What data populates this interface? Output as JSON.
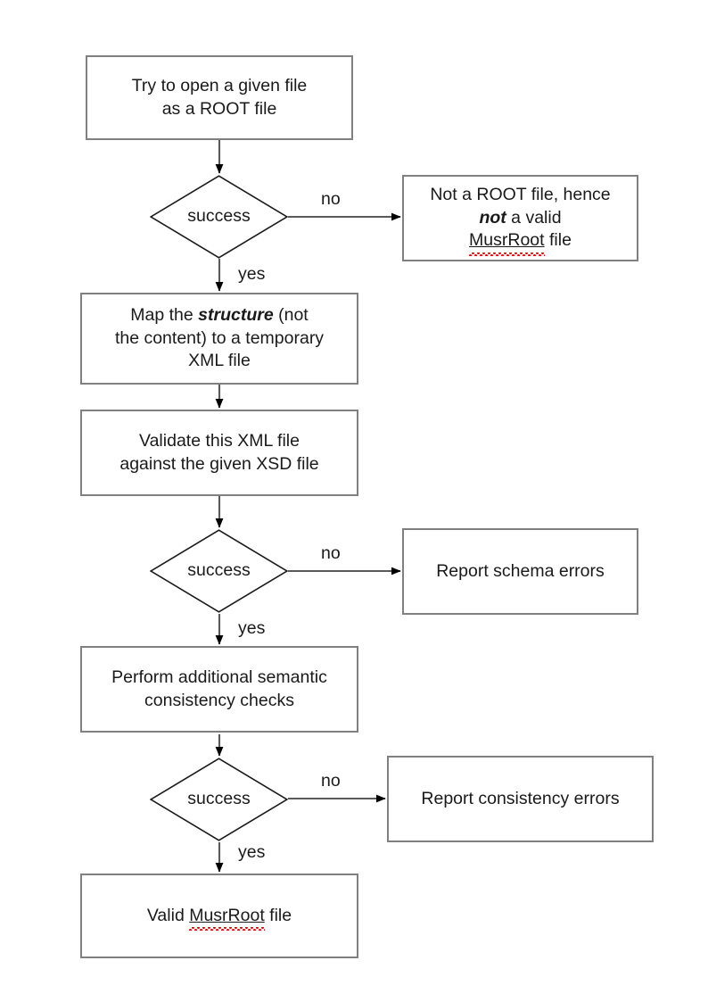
{
  "diagram": {
    "title": "MusrRoot file validation flowchart",
    "type": "flowchart",
    "colors": {
      "box_border": "#808080",
      "diamond_border": "#1a1a1a",
      "connector": "#5a5a5a",
      "text": "#1a1a1a",
      "spellcheck_underline": "#ee0000",
      "background": "#ffffff"
    },
    "nodes": {
      "open_file": {
        "shape": "process",
        "line1": "Try to open a given file",
        "line2": "as a ROOT file"
      },
      "success_1": {
        "shape": "decision",
        "label": "success"
      },
      "not_root": {
        "shape": "process",
        "line1": "Not a ROOT file, hence",
        "line2_emphasis": "not",
        "line2_rest": " a valid",
        "line3_spell": "MusrRoot",
        "line3_rest": " file"
      },
      "map_structure": {
        "shape": "process",
        "line1_pre": "Map the ",
        "line1_emphasis": "structure",
        "line1_post": " (not",
        "line2": "the content) to a temporary",
        "line3": "XML file"
      },
      "validate_xml": {
        "shape": "process",
        "line1": "Validate this XML file",
        "line2": "against the given XSD file"
      },
      "success_2": {
        "shape": "decision",
        "label": "success"
      },
      "schema_errors": {
        "shape": "process",
        "line1": "Report schema errors"
      },
      "semantic_checks": {
        "shape": "process",
        "line1": "Perform additional semantic",
        "line2": "consistency checks"
      },
      "success_3": {
        "shape": "decision",
        "label": "success"
      },
      "consistency_errors": {
        "shape": "process",
        "line1": "Report consistency errors"
      },
      "valid_file": {
        "shape": "terminal",
        "line1_pre": "Valid ",
        "line1_spell": "MusrRoot",
        "line1_post": " file"
      }
    },
    "edges": {
      "no_1": "no",
      "yes_1": "yes",
      "no_2": "no",
      "yes_2": "yes",
      "no_3": "no",
      "yes_3": "yes"
    }
  }
}
